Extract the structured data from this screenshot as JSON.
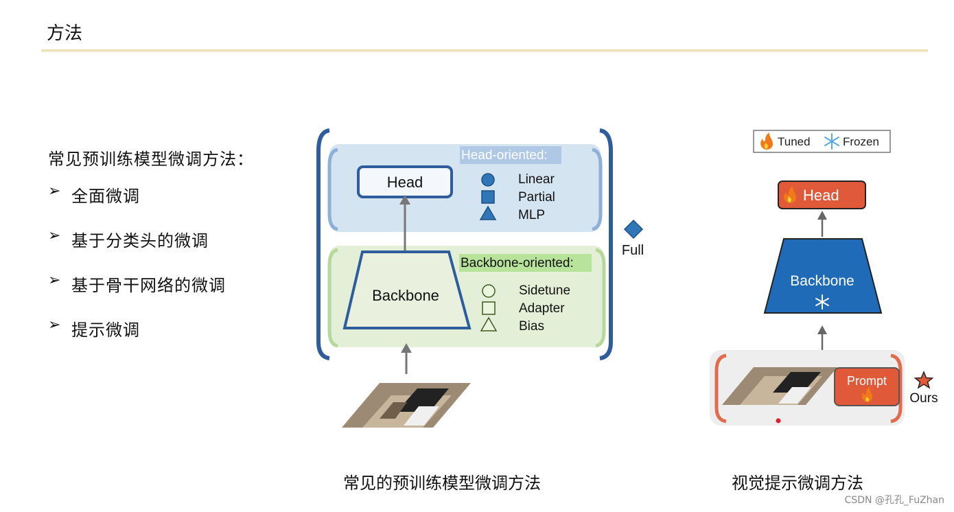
{
  "slide": {
    "title": "方法",
    "intro": "常见预训练模型微调方法：",
    "bullets": [
      "全面微调",
      "基于分类头的微调",
      "基于骨干网络的微调",
      "提示微调"
    ],
    "bullet_glyph": "➢"
  },
  "left_diagram": {
    "head_box": "Head",
    "backbone_box": "Backbone",
    "head_oriented_title": "Head-oriented:",
    "head_items": [
      "Linear",
      "Partial",
      "MLP"
    ],
    "backbone_oriented_title": "Backbone-oriented:",
    "backbone_items": [
      "Sidetune",
      "Adapter",
      "Bias"
    ],
    "full_label": "Full",
    "caption": "常见的预训练模型微调方法",
    "colors": {
      "head_bg": "#d5e4f1",
      "backbone_bg": "#e3efd7",
      "head_shape": "#2e76b8",
      "backbone_shape": "#b7e39a",
      "outline": "#2f5d9c"
    }
  },
  "right_diagram": {
    "legend_tuned": "Tuned",
    "legend_frozen": "Frozen",
    "head_box": "Head",
    "backbone_box": "Backbone",
    "prompt_box": "Prompt",
    "ours_label": "Ours",
    "caption": "视觉提示微调方法",
    "colors": {
      "tuned": "#e05a3a",
      "backbone": "#1f6bb8",
      "bracket": "#e06b4d"
    }
  },
  "watermark": "CSDN @孔孔_FuZhan"
}
